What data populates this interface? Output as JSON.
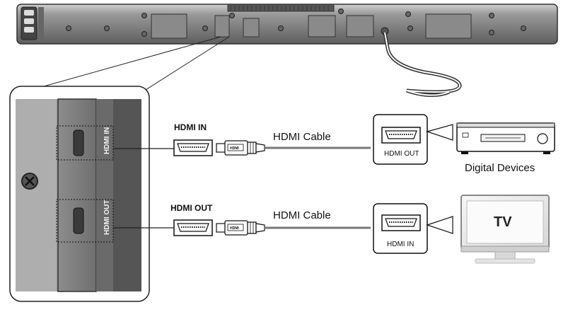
{
  "labels": {
    "hdmi_in": "HDMI IN",
    "hdmi_out": "HDMI OUT",
    "cable_top": "HDMI Cable",
    "cable_bottom": "HDMI Cable",
    "device_port": "HDMI OUT",
    "tv_port": "HDMI  IN",
    "digital_devices": "Digital Devices",
    "tv": "TV",
    "panel_in": "HDMI IN",
    "panel_out": "HDMI OUT",
    "plug_text": "HDMI"
  }
}
